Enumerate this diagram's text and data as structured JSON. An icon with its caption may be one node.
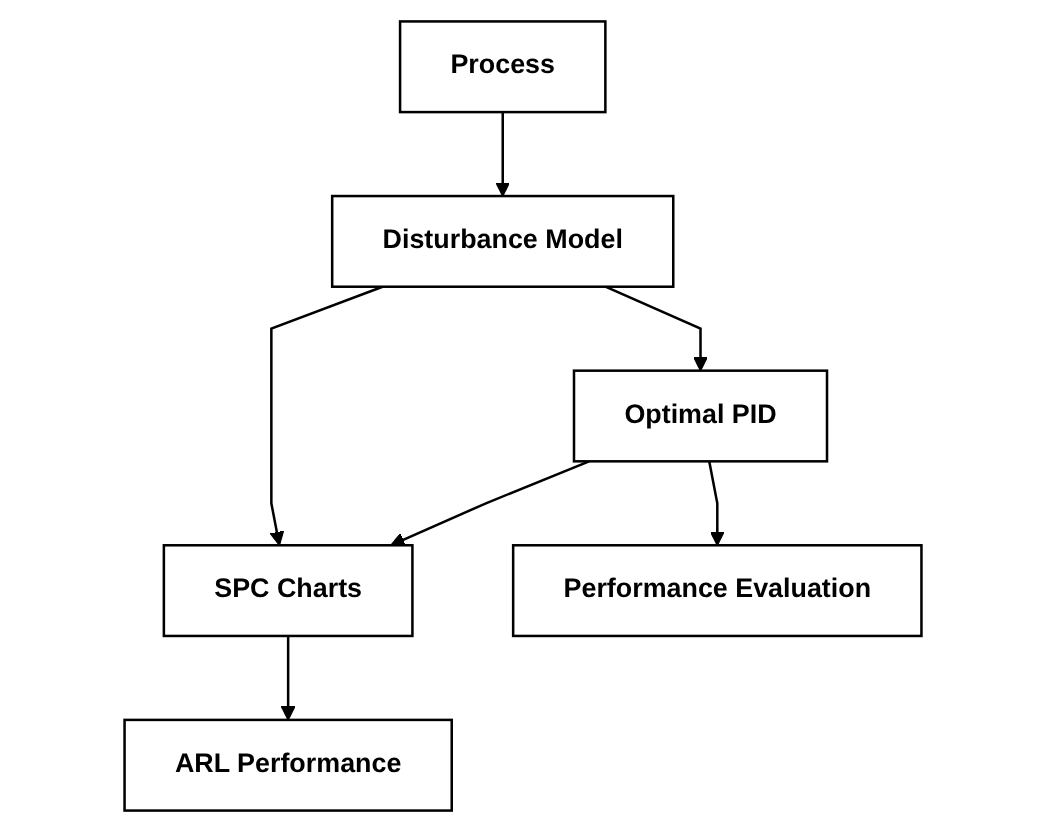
{
  "diagram": {
    "nodes": [
      {
        "text": [
          "Process"
        ]
      },
      {
        "text": [
          "Disturbance Model"
        ]
      },
      {
        "text": [
          "Optimal PID"
        ]
      },
      {
        "text": [
          "SPC Charts"
        ]
      },
      {
        "text": [
          "Performance Evaluation"
        ]
      },
      {
        "text": [
          "ARL Performance"
        ]
      }
    ],
    "edges": [
      {
        "from": 0,
        "to": 1,
        "arrow": "to"
      },
      {
        "from": 1,
        "to": 2,
        "arrow": "to"
      },
      {
        "from": 1,
        "to": 3,
        "arrow": "to"
      },
      {
        "from": 2,
        "to": 3,
        "arrow": "to"
      },
      {
        "from": 2,
        "to": 4,
        "arrow": "to"
      },
      {
        "from": 3,
        "to": 5,
        "arrow": "to"
      }
    ]
  }
}
